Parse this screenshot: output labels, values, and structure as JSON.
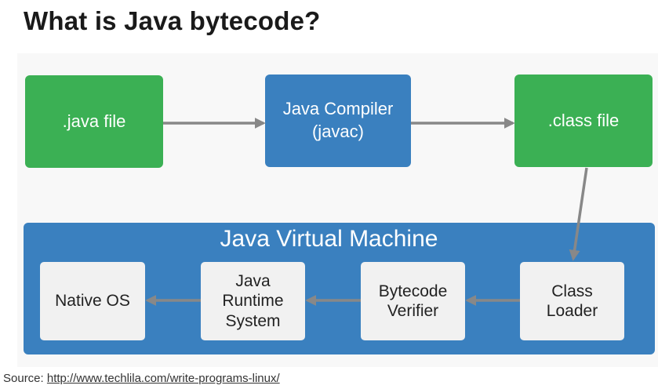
{
  "title": "What is Java bytecode?",
  "nodes": {
    "java_file": ".java file",
    "compiler": "Java Compiler\n(javac)",
    "class_file": ".class file"
  },
  "jvm": {
    "title": "Java Virtual Machine",
    "class_loader": "Class\nLoader",
    "bytecode_verifier": "Bytecode\nVerifier",
    "runtime_system": "Java\nRuntime\nSystem",
    "native_os": "Native OS"
  },
  "source": {
    "label": "Source: ",
    "link": "http://www.techlila.com/write-programs-linux/"
  },
  "colors": {
    "green": "#3bb054",
    "blue": "#3a80bf",
    "arrow": "#888888"
  }
}
